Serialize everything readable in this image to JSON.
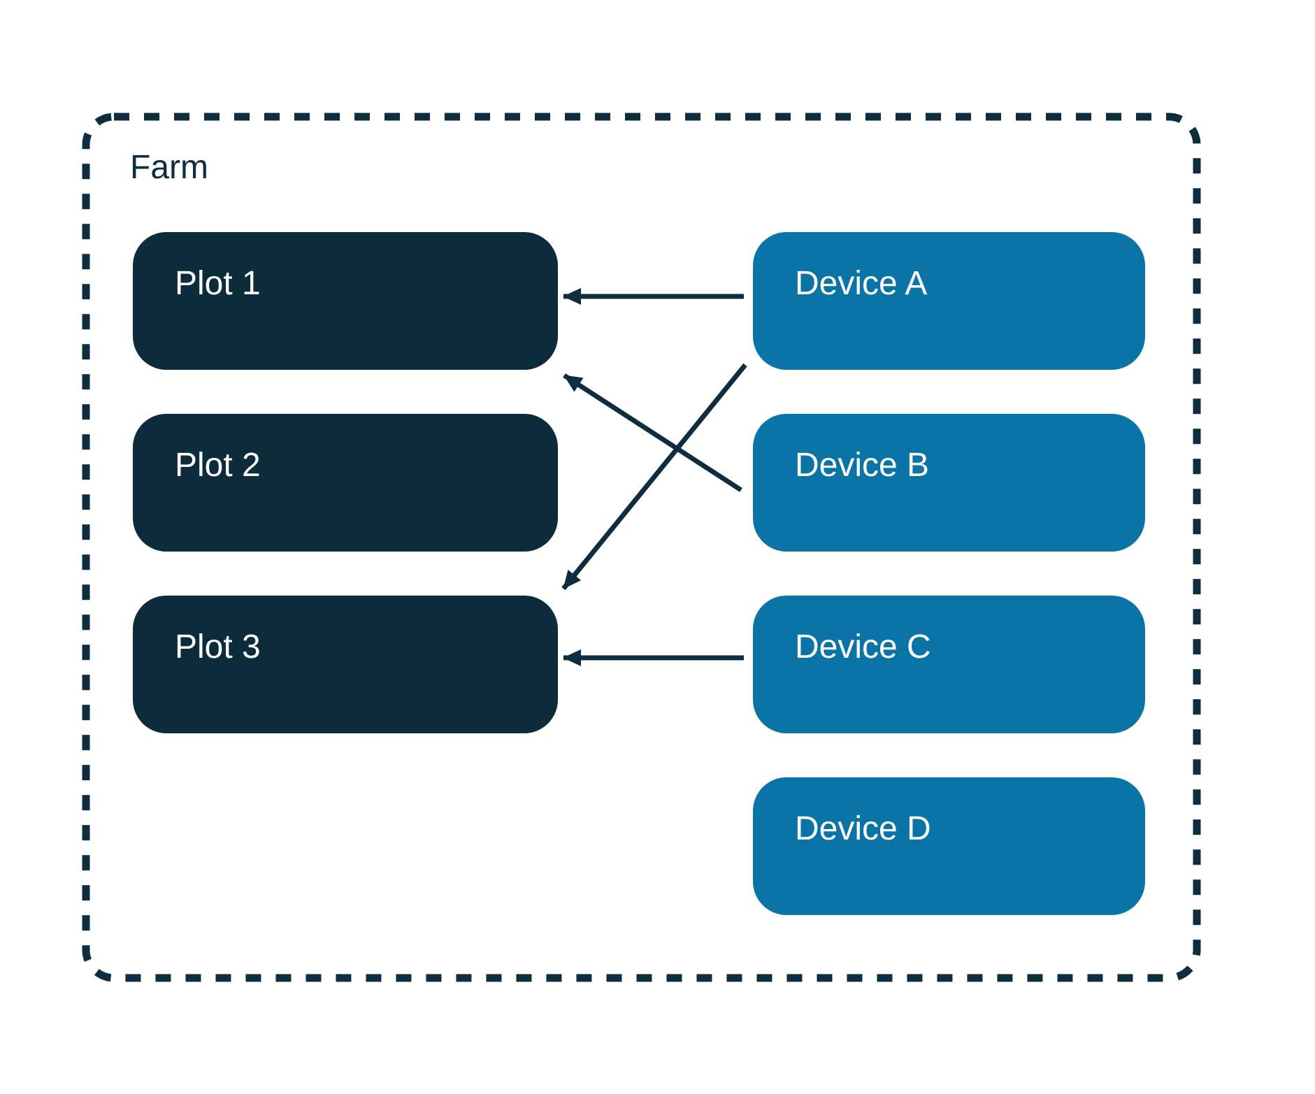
{
  "farm": {
    "label": "Farm"
  },
  "plots": [
    {
      "id": "plot-1",
      "label": "Plot 1"
    },
    {
      "id": "plot-2",
      "label": "Plot 2"
    },
    {
      "id": "plot-3",
      "label": "Plot 3"
    }
  ],
  "devices": [
    {
      "id": "device-a",
      "label": "Device A"
    },
    {
      "id": "device-b",
      "label": "Device B"
    },
    {
      "id": "device-c",
      "label": "Device C"
    },
    {
      "id": "device-d",
      "label": "Device D"
    }
  ],
  "connections": [
    {
      "from": "device-a",
      "to": "plot-1"
    },
    {
      "from": "device-a",
      "to": "plot-3"
    },
    {
      "from": "device-b",
      "to": "plot-1"
    },
    {
      "from": "device-c",
      "to": "plot-3"
    }
  ],
  "colors": {
    "ink": "#0E2E3F",
    "plot_fill": "#0C2B3B",
    "device_fill": "#0B74A6",
    "label_text": "#FFFFFF",
    "background": "#FFFFFF"
  }
}
